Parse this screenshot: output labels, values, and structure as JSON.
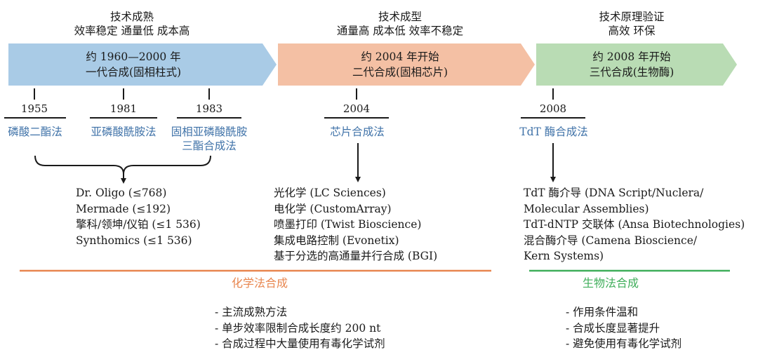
{
  "generations": [
    {
      "status_title": "技术成熟",
      "status_desc": "效率稳定  通量低  成本高",
      "period": "约 1960—2000 年",
      "name": "一代合成(固相柱式)",
      "color": "#a9cbe6",
      "years": [
        "1955",
        "1981",
        "1983"
      ],
      "methods": [
        "磷酸二酯法",
        "亚磷酸酰胺法",
        "固相亚磷酸酰胺",
        "三酯合成法"
      ],
      "companies": [
        "Dr. Oligo (≤768)",
        "Mermade (≤192)",
        "擎科/领坤/仪铂 (≤1 536)",
        "Synthomics (≤1 536)"
      ]
    },
    {
      "status_title": "技术成型",
      "status_desc": "通量高  成本低  效率不稳定",
      "period": "约 2004 年开始",
      "name": "二代合成(固相芯片)",
      "color": "#f4c0a4",
      "years": [
        "2004"
      ],
      "methods": [
        "芯片合成法"
      ],
      "companies": [
        "光化学 (LC Sciences)",
        "电化学 (CustomArray)",
        "喷墨打印 (Twist Bioscience)",
        "集成电路控制 (Evonetix)",
        "基于分选的高通量并行合成 (BGI)"
      ]
    },
    {
      "status_title": "技术原理验证",
      "status_desc": "高效  环保",
      "period": "约 2008 年开始",
      "name": "三代合成(生物酶)",
      "color": "#b9dcb4",
      "years": [
        "2008"
      ],
      "methods": [
        "TdT 酶合成法"
      ],
      "companies": [
        "TdT 酶介导 (DNA Script/Nuclera/",
        "Molecular Assemblies)",
        "TdT-dNTP 交联体 (Ansa Biotechnologies)",
        "混合酶介导 (Camena Bioscience/",
        "Kern Systems)"
      ]
    }
  ],
  "categories": {
    "chemical": {
      "label": "化学法合成",
      "color": "#e8864f",
      "points": [
        "- 主流成熟方法",
        "- 单步效率限制合成长度约 200 nt",
        "- 合成过程中大量使用有毒化学试剂"
      ]
    },
    "biological": {
      "label": "生物法合成",
      "color": "#3fae5a",
      "points": [
        "- 作用条件温和",
        "- 合成长度显著提升",
        "- 避免使用有毒化学试剂"
      ]
    }
  },
  "method_color": "#3f72a8"
}
